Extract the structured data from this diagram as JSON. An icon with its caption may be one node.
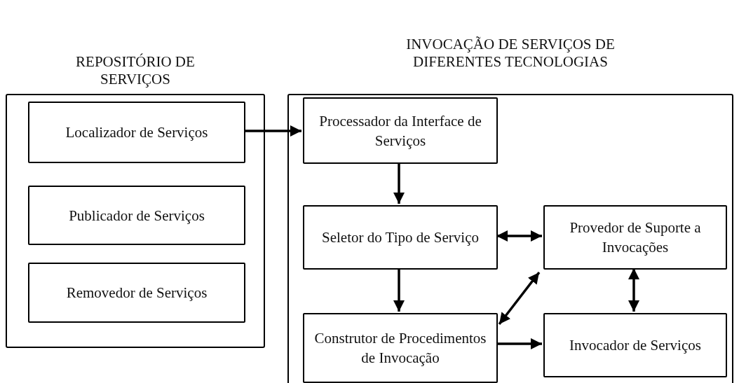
{
  "diagram": {
    "nodes": [
      {
        "text": [
          "REPOSITÓRIO DE SERVIÇOS"
        ]
      },
      {
        "text": [
          "Localizador de Serviços"
        ],
        "in": 0
      },
      {
        "text": [
          "Publicador de Serviços"
        ],
        "in": 0
      },
      {
        "text": [
          "Removedor de Serviços"
        ],
        "in": 0
      },
      {
        "text": [
          "INVOCAÇÃO DE SERVIÇOS DE DIFERENTES TECNOLOGIAS"
        ]
      },
      {
        "text": [
          "Processador da Interface de Serviços"
        ],
        "in": 4
      },
      {
        "text": [
          "Seletor do Tipo de Serviço"
        ],
        "in": 4
      },
      {
        "text": [
          "Provedor de Suporte a Invocações"
        ],
        "in": 4
      },
      {
        "text": [
          "Construtor de Procedimentos de Invocação"
        ],
        "in": 4
      },
      {
        "text": [
          "Invocador de Serviços"
        ],
        "in": 4
      }
    ],
    "edges": [
      {
        "from": 1,
        "to": 5,
        "arrow": "to"
      },
      {
        "from": 5,
        "to": 6,
        "arrow": "to"
      },
      {
        "from": 6,
        "to": 7,
        "arrow": "both"
      },
      {
        "from": 6,
        "to": 8,
        "arrow": "to"
      },
      {
        "from": 8,
        "to": 7,
        "arrow": "both"
      },
      {
        "from": 7,
        "to": 9,
        "arrow": "both"
      },
      {
        "from": 8,
        "to": 9,
        "arrow": "to"
      }
    ]
  }
}
